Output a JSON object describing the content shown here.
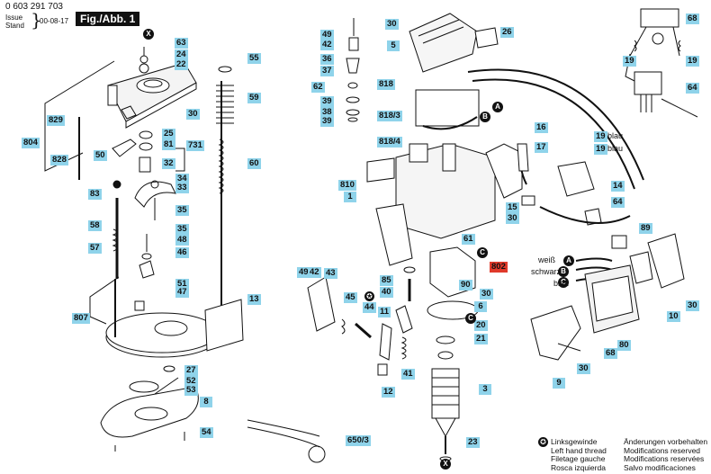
{
  "header": {
    "doc_number": "0 603 291 703",
    "issue_label": "Issue",
    "stand_label": "Stand",
    "date": "00-08-17",
    "figure_label": "Fig./Abb. 1"
  },
  "labels": [
    {
      "text": "63",
      "red": false
    },
    {
      "text": "24",
      "red": false
    },
    {
      "text": "22",
      "red": false
    },
    {
      "text": "804",
      "red": false
    },
    {
      "text": "829",
      "red": false
    },
    {
      "text": "828",
      "red": false
    },
    {
      "text": "30",
      "red": false
    },
    {
      "text": "25",
      "red": false
    },
    {
      "text": "81",
      "red": false
    },
    {
      "text": "731",
      "red": false
    },
    {
      "text": "50",
      "red": false
    },
    {
      "text": "32",
      "red": false
    },
    {
      "text": "34",
      "red": false
    },
    {
      "text": "33",
      "red": false
    },
    {
      "text": "83",
      "red": false
    },
    {
      "text": "35",
      "red": false
    },
    {
      "text": "58",
      "red": false
    },
    {
      "text": "35",
      "red": false
    },
    {
      "text": "48",
      "red": false
    },
    {
      "text": "57",
      "red": false
    },
    {
      "text": "46",
      "red": false
    },
    {
      "text": "51",
      "red": false
    },
    {
      "text": "47",
      "red": false
    },
    {
      "text": "807",
      "red": false
    },
    {
      "text": "27",
      "red": false
    },
    {
      "text": "52",
      "red": false
    },
    {
      "text": "53",
      "red": false
    },
    {
      "text": "8",
      "red": false
    },
    {
      "text": "54",
      "red": false
    },
    {
      "text": "55",
      "red": false
    },
    {
      "text": "59",
      "red": false
    },
    {
      "text": "60",
      "red": false
    },
    {
      "text": "13",
      "red": false
    },
    {
      "text": "650/3",
      "red": false
    },
    {
      "text": "49",
      "red": false
    },
    {
      "text": "42",
      "red": false
    },
    {
      "text": "36",
      "red": false
    },
    {
      "text": "37",
      "red": false
    },
    {
      "text": "62",
      "red": false
    },
    {
      "text": "39",
      "red": false
    },
    {
      "text": "38",
      "red": false
    },
    {
      "text": "39",
      "red": false
    },
    {
      "text": "30",
      "red": false
    },
    {
      "text": "5",
      "red": false
    },
    {
      "text": "26",
      "red": false
    },
    {
      "text": "818",
      "red": false
    },
    {
      "text": "818/3",
      "red": false
    },
    {
      "text": "818/4",
      "red": false
    },
    {
      "text": "810",
      "red": false
    },
    {
      "text": "1",
      "red": false
    },
    {
      "text": "16",
      "red": false
    },
    {
      "text": "17",
      "red": false
    },
    {
      "text": "19",
      "red": false
    },
    {
      "text": "19",
      "red": false
    },
    {
      "text": "14",
      "red": false
    },
    {
      "text": "15",
      "red": false
    },
    {
      "text": "30",
      "red": false
    },
    {
      "text": "64",
      "red": false
    },
    {
      "text": "89",
      "red": false
    },
    {
      "text": "61",
      "red": false
    },
    {
      "text": "802",
      "red": true
    },
    {
      "text": "85",
      "red": false
    },
    {
      "text": "90",
      "red": false
    },
    {
      "text": "30",
      "red": false
    },
    {
      "text": "40",
      "red": false
    },
    {
      "text": "6",
      "red": false
    },
    {
      "text": "49",
      "red": false
    },
    {
      "text": "42",
      "red": false
    },
    {
      "text": "43",
      "red": false
    },
    {
      "text": "45",
      "red": false
    },
    {
      "text": "44",
      "red": false
    },
    {
      "text": "11",
      "red": false
    },
    {
      "text": "20",
      "red": false
    },
    {
      "text": "21",
      "red": false
    },
    {
      "text": "41",
      "red": false
    },
    {
      "text": "12",
      "red": false
    },
    {
      "text": "3",
      "red": false
    },
    {
      "text": "23",
      "red": false
    },
    {
      "text": "68",
      "red": false
    },
    {
      "text": "19",
      "red": false
    },
    {
      "text": "19",
      "red": false
    },
    {
      "text": "64",
      "red": false
    },
    {
      "text": "10",
      "red": false
    },
    {
      "text": "30",
      "red": false
    },
    {
      "text": "68",
      "red": false
    },
    {
      "text": "80",
      "red": false
    },
    {
      "text": "30",
      "red": false
    },
    {
      "text": "9",
      "red": false
    }
  ],
  "wire_markers": [
    "X",
    "B",
    "A",
    "C",
    "C",
    "A",
    "B",
    "C",
    "X"
  ],
  "wire_labels": {
    "weiss": "weiß",
    "schwarz": "schwarz",
    "blau": "blau",
    "blau_16": "blau",
    "blau_17": "blau"
  },
  "legend": {
    "symbol": "✪",
    "lines": [
      "Linksgewinde",
      "Left hand thread",
      "Filetage gauche",
      "Rosca izquierda"
    ],
    "notes": [
      "Änderungen vorbehalten",
      "Modifications reserved",
      "Modifications reservées",
      "Salvo modificaciones"
    ]
  }
}
